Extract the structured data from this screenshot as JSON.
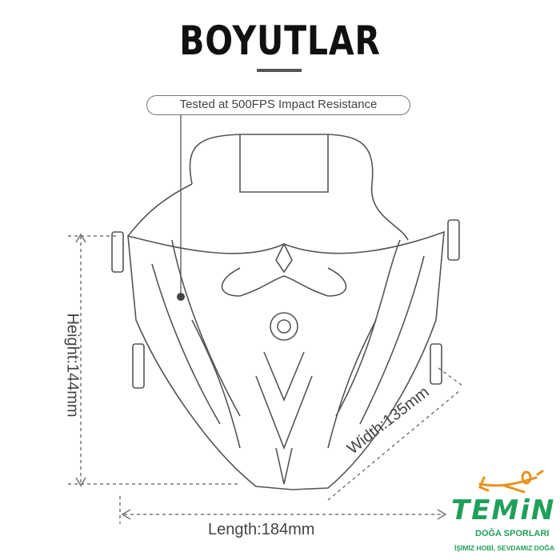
{
  "title": "BOYUTLAR",
  "callout": "Tested at 500FPS Impact Resistance",
  "dimensions": {
    "height": "Height:144mm",
    "length": "Length:184mm",
    "width": "Width:135mm"
  },
  "logo": {
    "name": "TEMiN",
    "subtitle": "DOĞA SPORLARI",
    "slogan": "İŞİMİZ HOBİ, SEVDAMIZ DOĞA",
    "green": "#1fa05a",
    "orange": "#e8921e"
  }
}
